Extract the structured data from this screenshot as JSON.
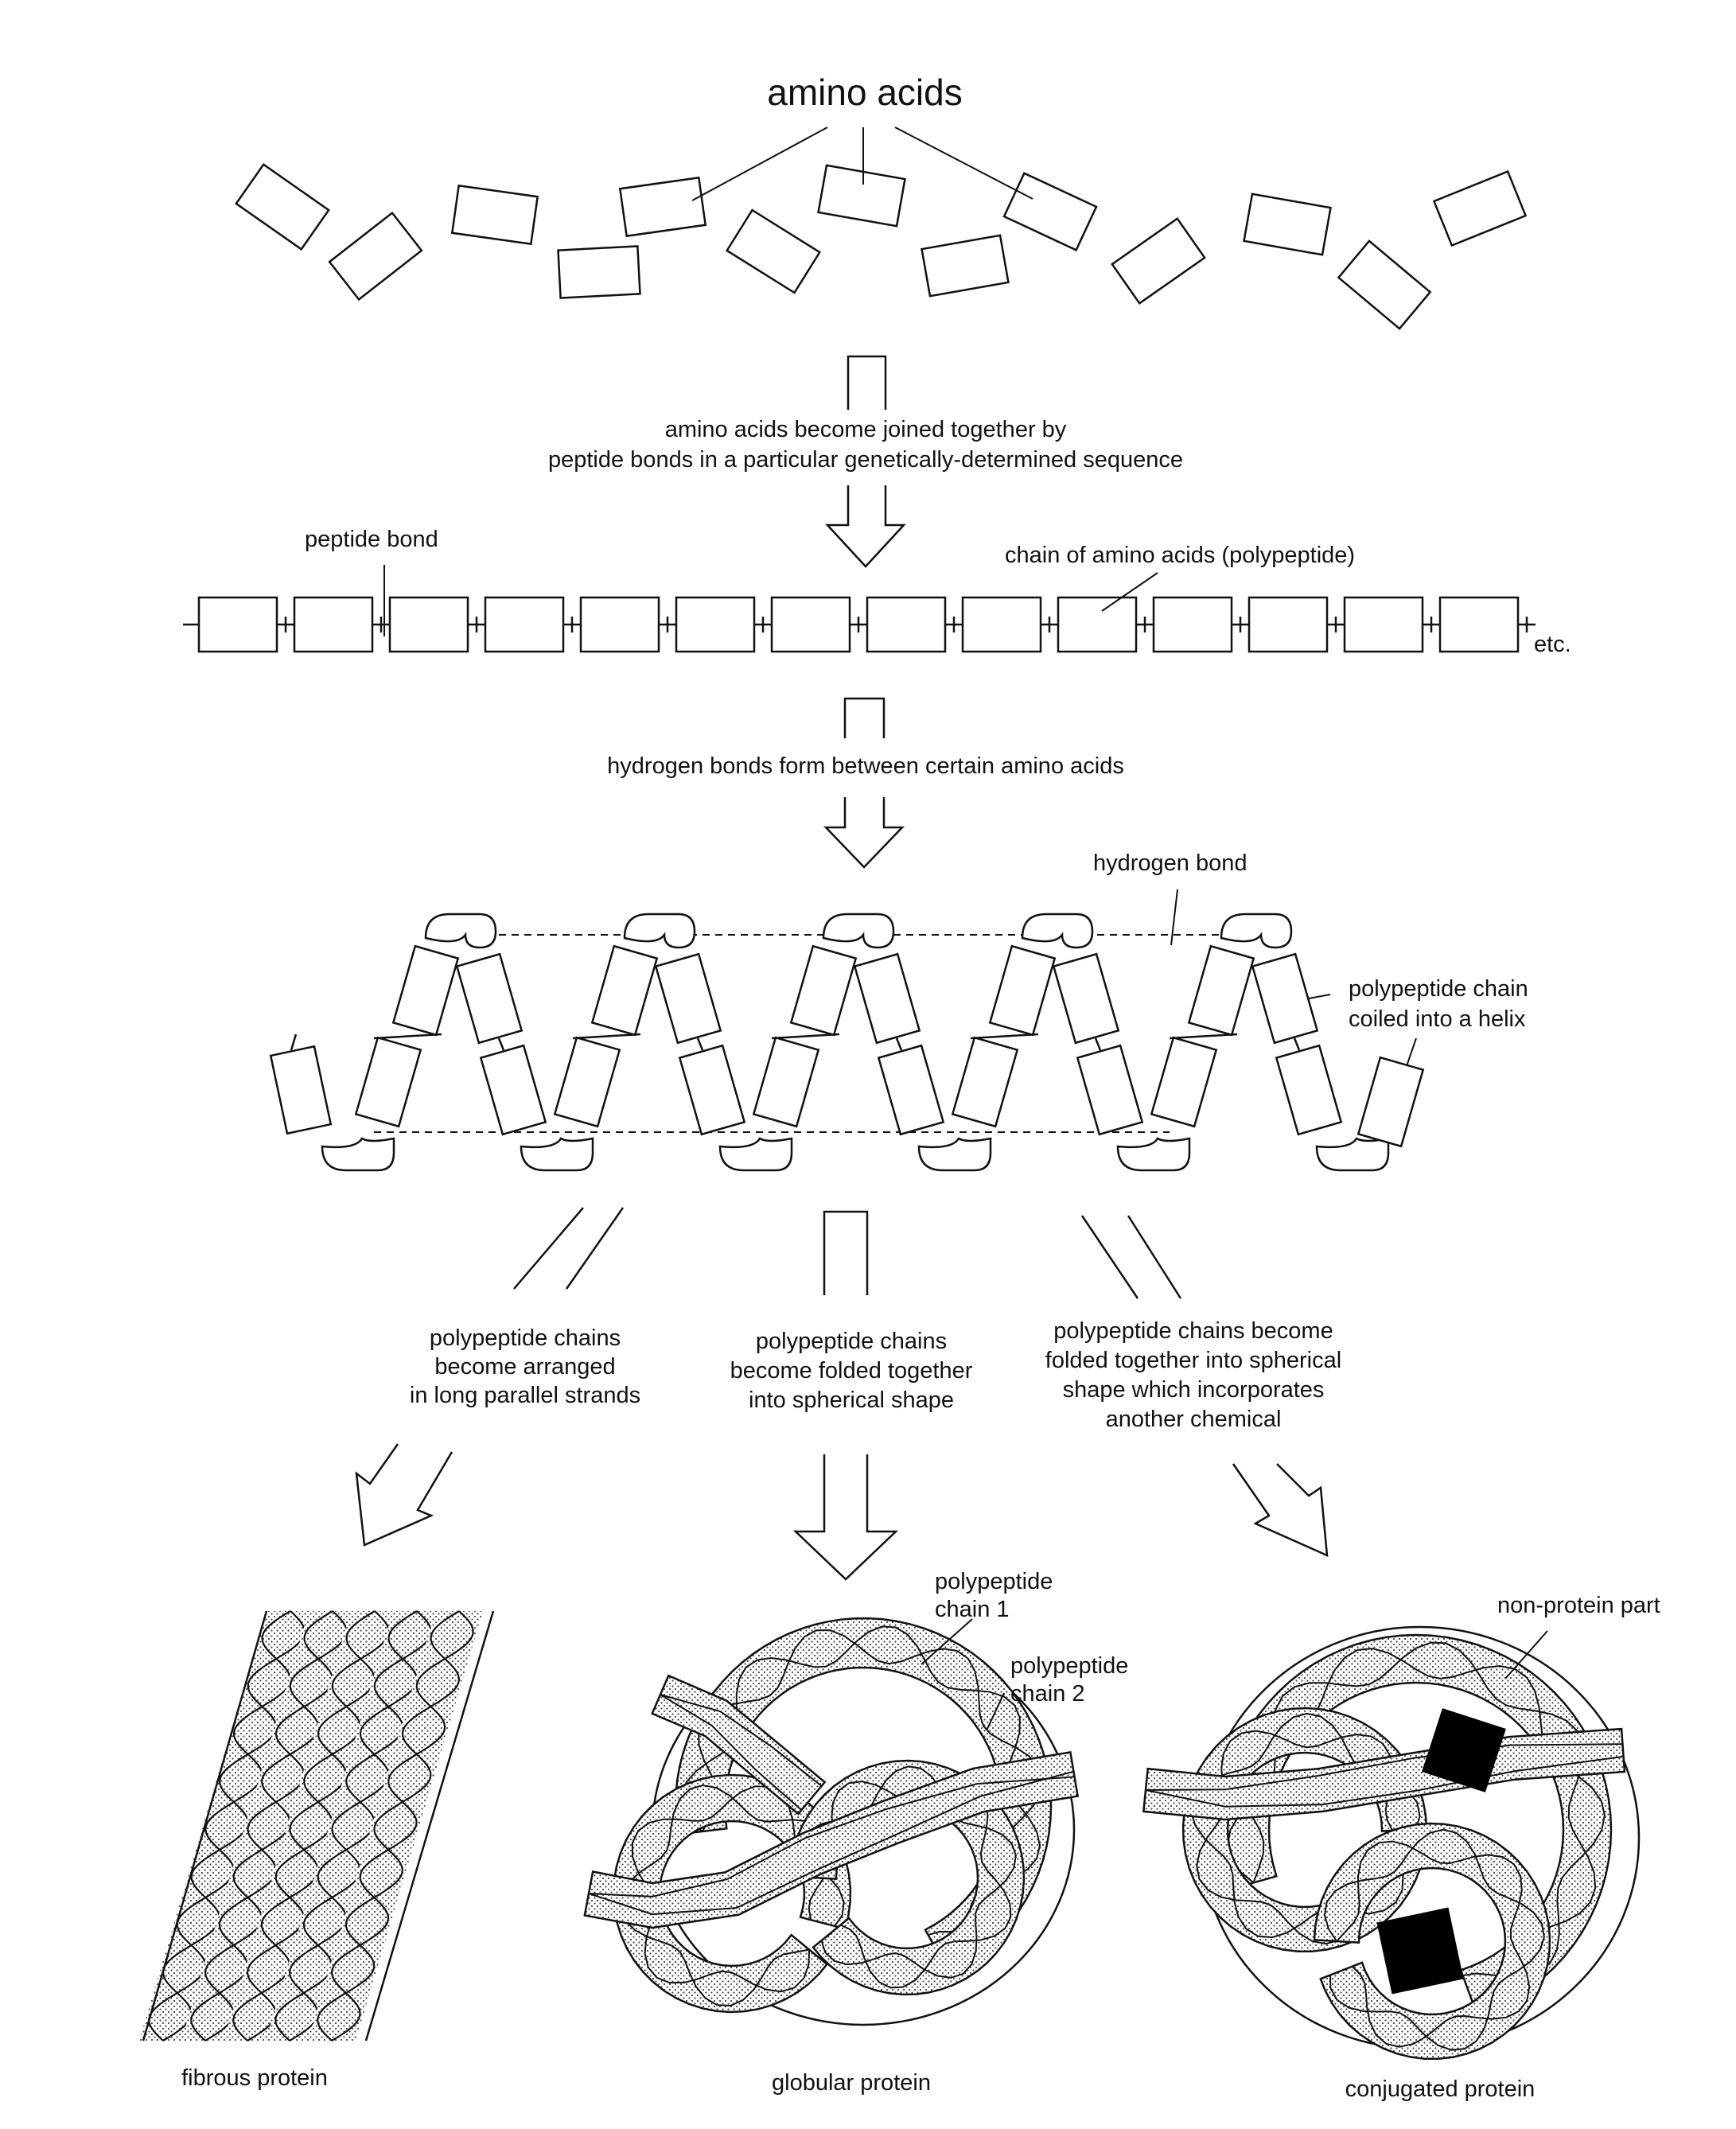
{
  "labels": {
    "amino_acids": "amino acids",
    "step1_line1": "amino acids become joined together by",
    "step1_line2": "peptide bonds in a particular genetically-determined sequence",
    "peptide_bond": "peptide bond",
    "chain": "chain of amino acids (polypeptide)",
    "etc": "etc.",
    "step2": "hydrogen bonds form between certain amino acids",
    "hydrogen_bond": "hydrogen bond",
    "helix_line1": "polypeptide chain",
    "helix_line2": "coiled into a helix",
    "fibrous_desc": [
      "polypeptide chains",
      "become arranged",
      "in long parallel strands"
    ],
    "globular_desc": [
      "polypeptide chains",
      "become folded together",
      "into spherical shape"
    ],
    "conjugated_desc": [
      "polypeptide chains become",
      "folded together into spherical",
      "shape which incorporates",
      "another chemical"
    ],
    "chain1": [
      "polypeptide",
      "chain 1"
    ],
    "chain2": [
      "polypeptide",
      "chain 2"
    ],
    "non_protein": "non-protein part",
    "fibrous": "fibrous protein",
    "globular": "globular protein",
    "conjugated": "conjugated protein"
  },
  "colors": {
    "line": "#111111",
    "stipple": "#c8c8c8",
    "fill": "#ffffff",
    "block": "#000000"
  }
}
